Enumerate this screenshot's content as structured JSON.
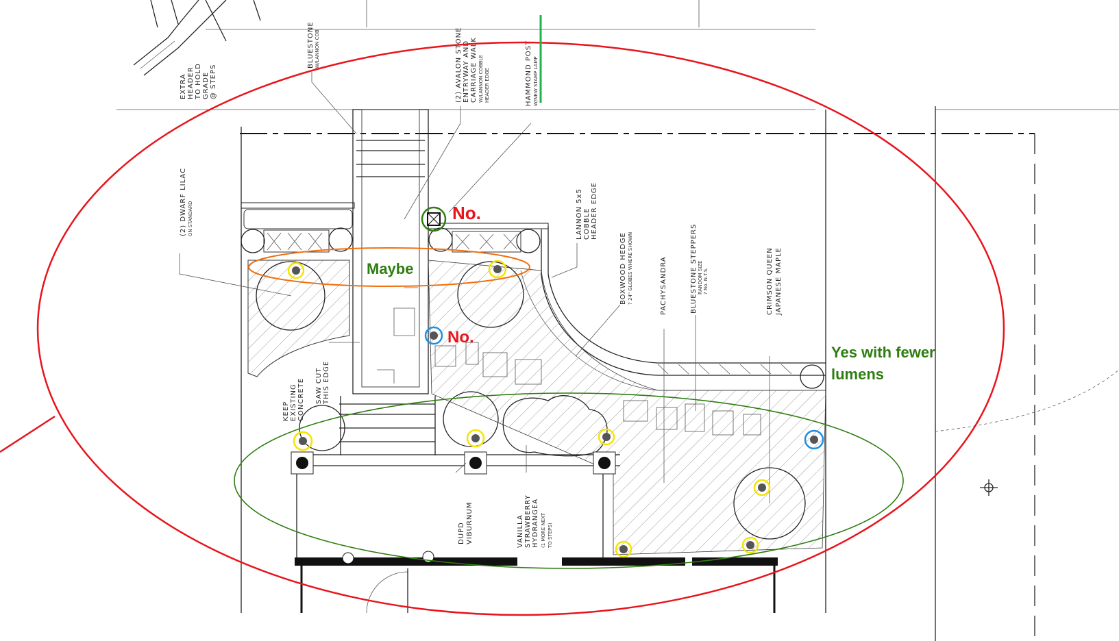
{
  "labels": {
    "extra_header": [
      "EXTRA",
      "HEADER",
      "TO HOLD",
      "GRADE",
      "@ STEPS"
    ],
    "bluestone_walk": [
      "BLUESTONE",
      "W/LANNON COB"
    ],
    "avalon": [
      "(2) AVALON STONE",
      "ENTRYWAY AND",
      "CARRIAGE WALK",
      "W/LANNON COBBLE",
      "HEADER EDGE"
    ],
    "hammond": [
      "HAMMOND POST",
      "W/NEW STAMP LAMP"
    ],
    "dwarf_lilac": [
      "(2) DWARF LILAC",
      "ON STANDARD"
    ],
    "lannon_edge": [
      "LANNON  5x5",
      "COBBLE",
      "HEADER EDGE"
    ],
    "boxwood": [
      "BOXWOOD HEDGE",
      "? 24\" GLOBES WHERE SHOWN"
    ],
    "pachysandra": [
      "PACHYSANDRA"
    ],
    "steppers": [
      "BLUESTONE STEPPERS",
      "RANDOM SIZE",
      "? No. N.T.S."
    ],
    "maple": [
      "CRIMSON QUEEN",
      "JAPANESE MAPLE"
    ],
    "keep_concrete": [
      "KEEP",
      "EXISTING",
      "CONCRETE"
    ],
    "saw_cut": [
      "SAW CUT",
      "THIS EDGE"
    ],
    "viburnum": [
      "DUPD",
      "VIBURNUM"
    ],
    "hydrangea": [
      "VANILLA",
      "STRAWBERRY",
      "HYDRANGEA",
      "(1 MORE NEXT",
      "TO STEPS)"
    ]
  },
  "annotations": {
    "no_top": "No.",
    "maybe": "Maybe",
    "no_mid": "No.",
    "yes_line1": "Yes with fewer",
    "yes_line2": "lumens"
  },
  "colors": {
    "red": "#e8141c",
    "orange": "#f07010",
    "green": "#2e7d10",
    "bright_green": "#22b14c",
    "yellow": "#f5e400",
    "blue": "#1e90e0"
  }
}
